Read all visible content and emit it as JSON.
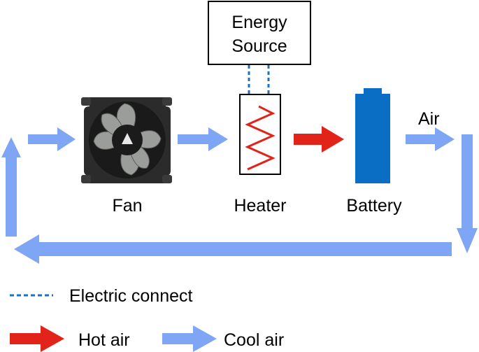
{
  "energy_source": {
    "line1": "Energy",
    "line2": "Source"
  },
  "components": {
    "fan": "Fan",
    "heater": "Heater",
    "battery": "Battery"
  },
  "flow_label": "Air",
  "legend": {
    "electric": "Electric connect",
    "hot_air": "Hot air",
    "cool_air": "Cool air"
  },
  "colors": {
    "cool_air": "#7fa6f5",
    "hot_air": "#e2231a",
    "electric": "#1a72c0",
    "battery": "#0a6fc4",
    "heater_coil": "#e2231a",
    "fan_body": "#2b2b2b",
    "fan_blades": "#9a9d99"
  }
}
